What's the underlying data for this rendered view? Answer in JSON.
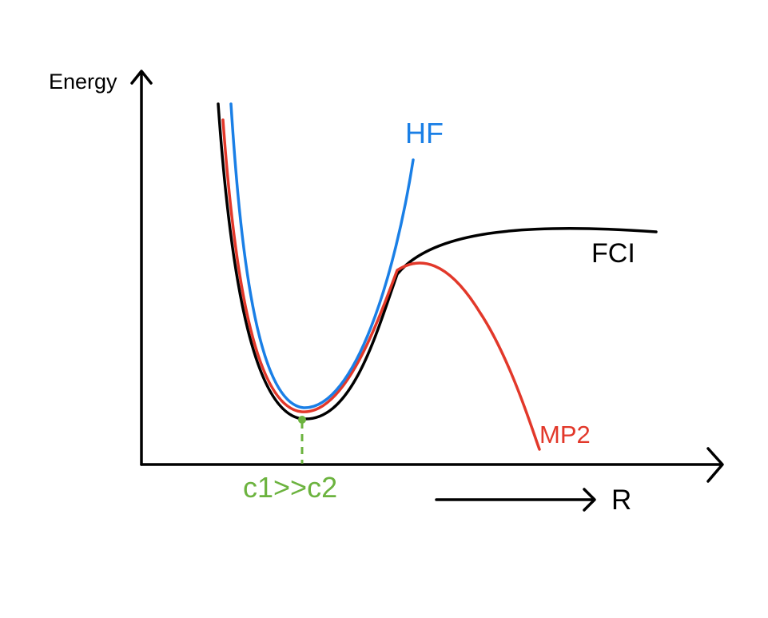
{
  "diagram": {
    "y_axis_label": "Energy",
    "x_axis_label": "R",
    "annotation": "c1>>c2",
    "curves": {
      "hf": {
        "label": "HF",
        "color": "#1a7fe6"
      },
      "fci": {
        "label": "FCI",
        "color": "#000000"
      },
      "mp2": {
        "label": "MP2",
        "color": "#e2382a"
      }
    },
    "annotation_color": "#6cb33f",
    "axis_color": "#000000"
  }
}
